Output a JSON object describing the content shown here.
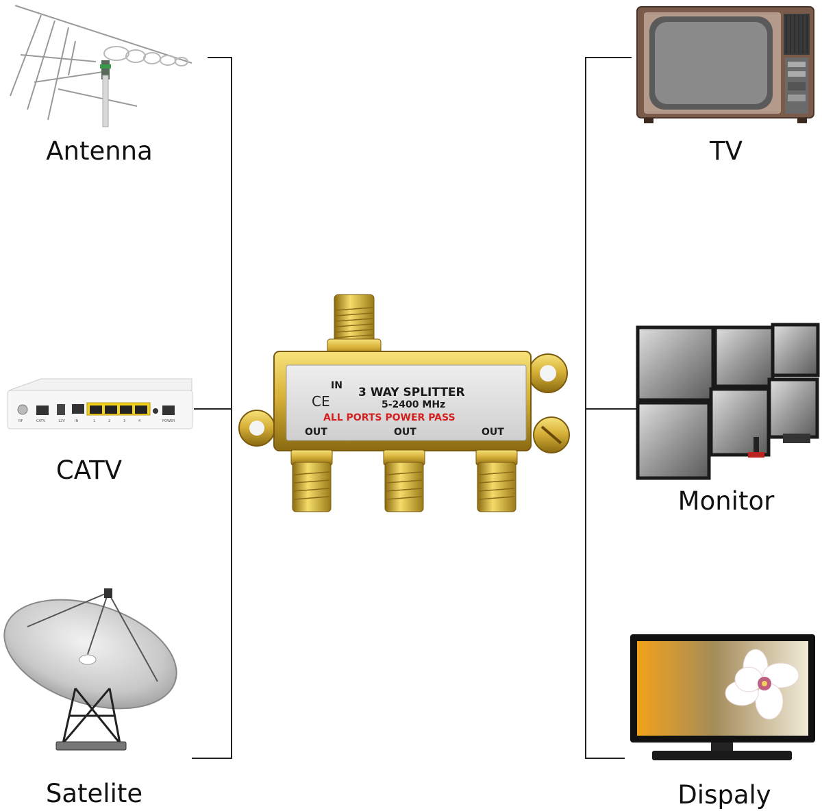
{
  "devices_left": [
    {
      "id": "antenna",
      "label": "Antenna",
      "icon": "antenna-icon"
    },
    {
      "id": "catv",
      "label": "CATV",
      "icon": "catv-box-icon"
    },
    {
      "id": "satelite",
      "label": "Satelite",
      "icon": "satellite-dish-icon"
    }
  ],
  "devices_right": [
    {
      "id": "tv",
      "label": "TV",
      "icon": "crt-tv-icon"
    },
    {
      "id": "monitor",
      "label": "Monitor",
      "icon": "monitor-wall-icon"
    },
    {
      "id": "dispaly",
      "label": "Dispaly",
      "icon": "flat-display-icon"
    }
  ],
  "splitter": {
    "title": "3 WAY SPLITTER",
    "freq": "5-2400 MHz",
    "power": "ALL PORTS POWER PASS",
    "in_label": "IN",
    "out_labels": [
      "OUT",
      "OUT",
      "OUT"
    ],
    "ce_mark": "CE",
    "icon": "coax-splitter-icon",
    "gold": "#d8b23a",
    "label_red": "#d42020"
  },
  "catv_box": {
    "port_texts": [
      "RF",
      "CATV",
      "12V",
      "IN",
      "1",
      "2",
      "3",
      "4",
      "POWER"
    ]
  }
}
